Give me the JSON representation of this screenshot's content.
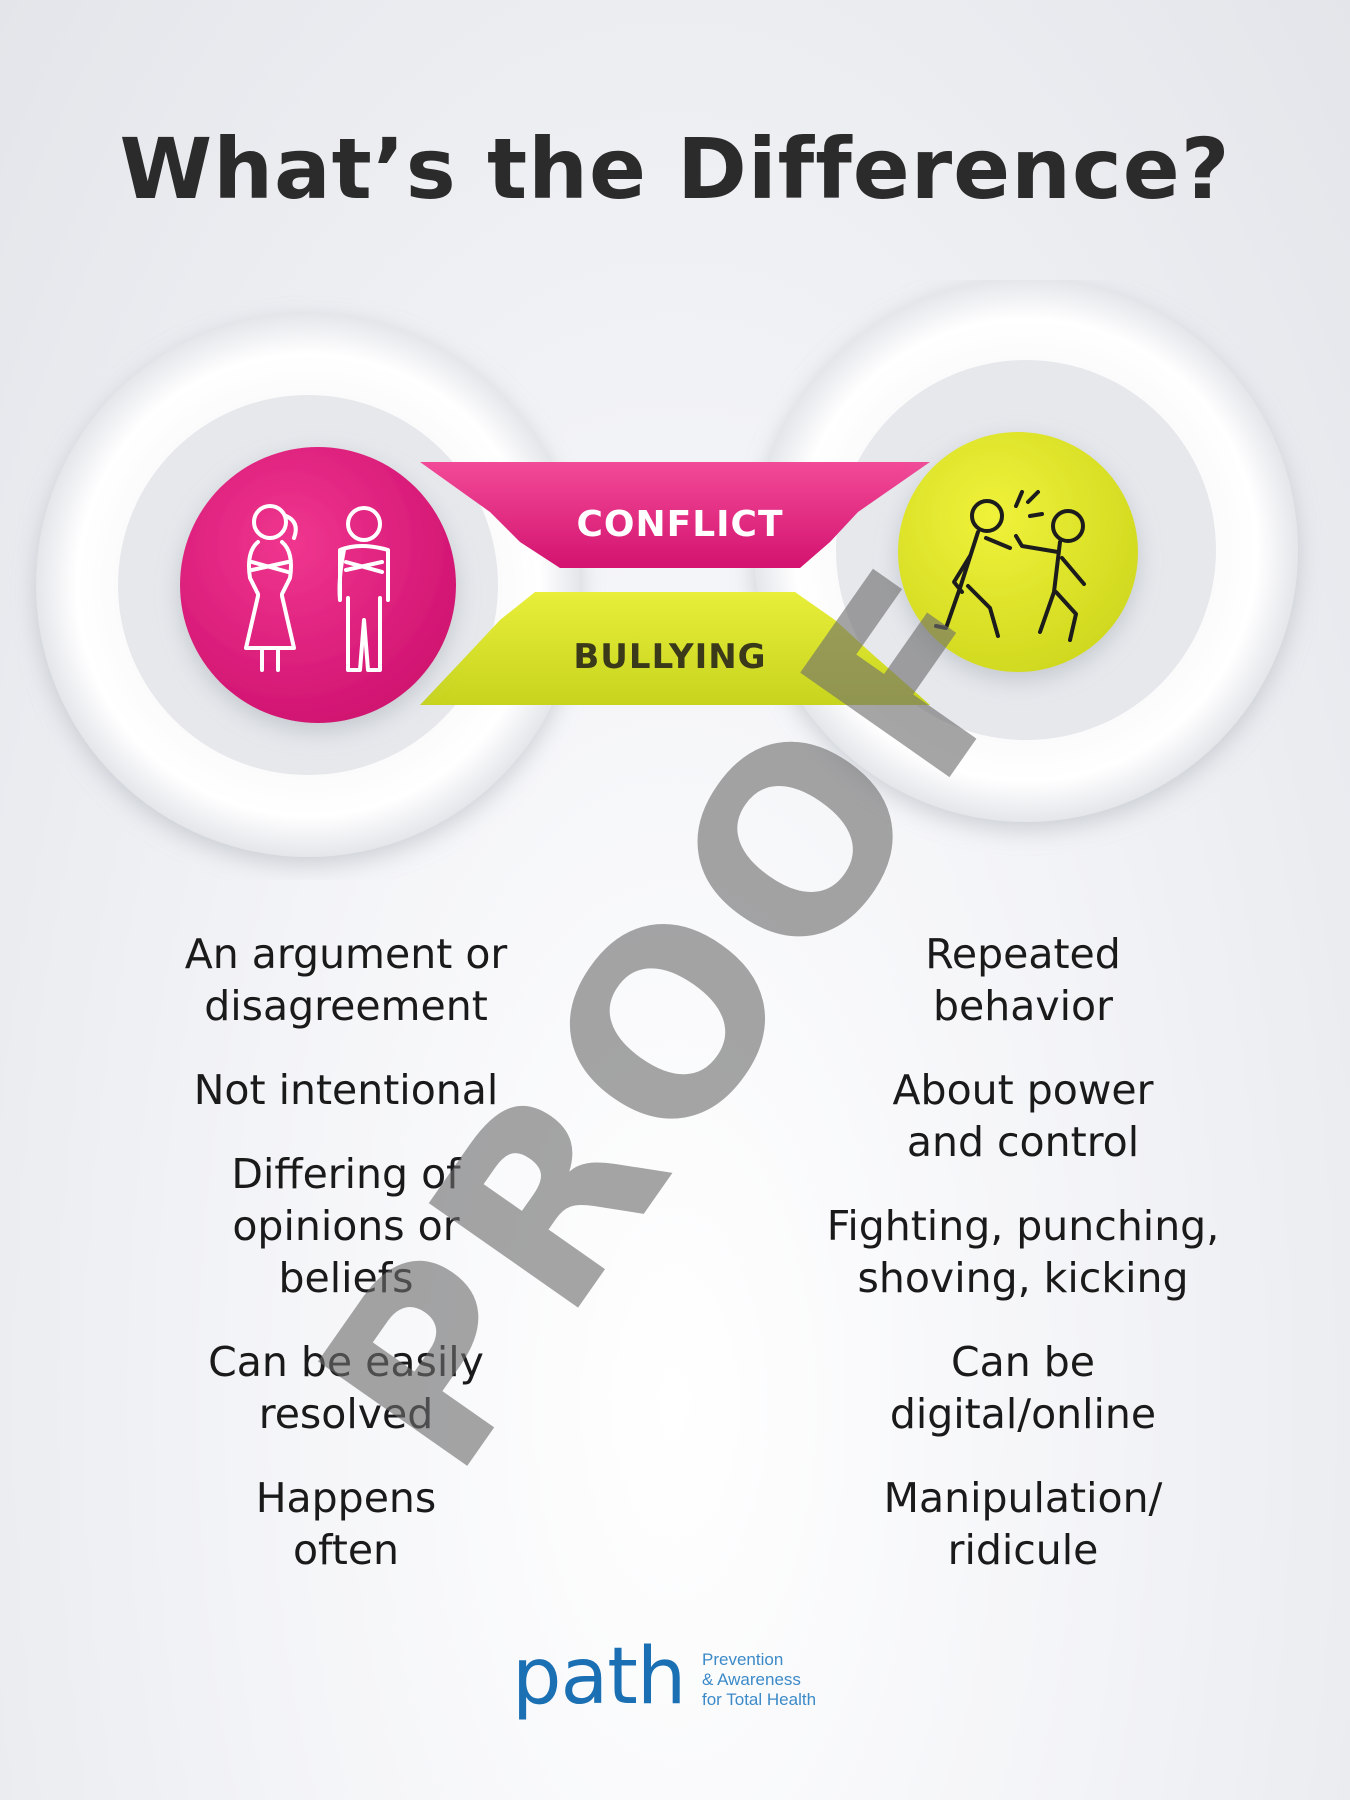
{
  "title": "What’s the Difference?",
  "labels": {
    "conflict": "CONFLICT",
    "bullying": "BULLYING"
  },
  "colors": {
    "conflict": "#e51a7e",
    "bullying": "#d7e21f",
    "title": "#2b2b2b",
    "logo": "#1b6fb3"
  },
  "icons": {
    "conflict": "two-people-arms-crossed-icon",
    "bullying": "people-fighting-icon"
  },
  "conflict_items": [
    "An argument or\ndisagreement",
    "Not intentional",
    "Differing of\nopinions or\nbeliefs",
    "Can be easily\nresolved",
    "Happens\noften"
  ],
  "bullying_items": [
    "Repeated\nbehavior",
    "About power\nand control",
    "Fighting, punching,\nshoving, kicking",
    "Can be\ndigital/online",
    "Manipulation/\nridicule"
  ],
  "watermark": "PROOF",
  "logo": {
    "word": "path",
    "tagline": [
      "Prevention",
      "& Awareness",
      "for Total Health"
    ]
  }
}
